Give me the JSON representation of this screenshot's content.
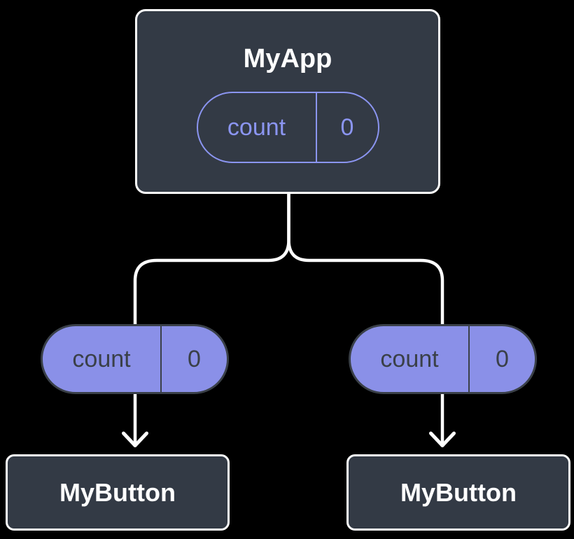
{
  "colors": {
    "background": "#000000",
    "slate": "#333A45",
    "white": "#FFFFFF",
    "purple_fill": "#8A90E8",
    "purple_outline": "#8B95F1",
    "pill_dark_text": "#3A4048"
  },
  "root_component": {
    "title": "MyApp",
    "state_pill": {
      "name": "count",
      "value": "0"
    }
  },
  "child_components": [
    {
      "title": "MyButton",
      "prop_pill": {
        "name": "count",
        "value": "0"
      }
    },
    {
      "title": "MyButton",
      "prop_pill": {
        "name": "count",
        "value": "0"
      }
    }
  ]
}
